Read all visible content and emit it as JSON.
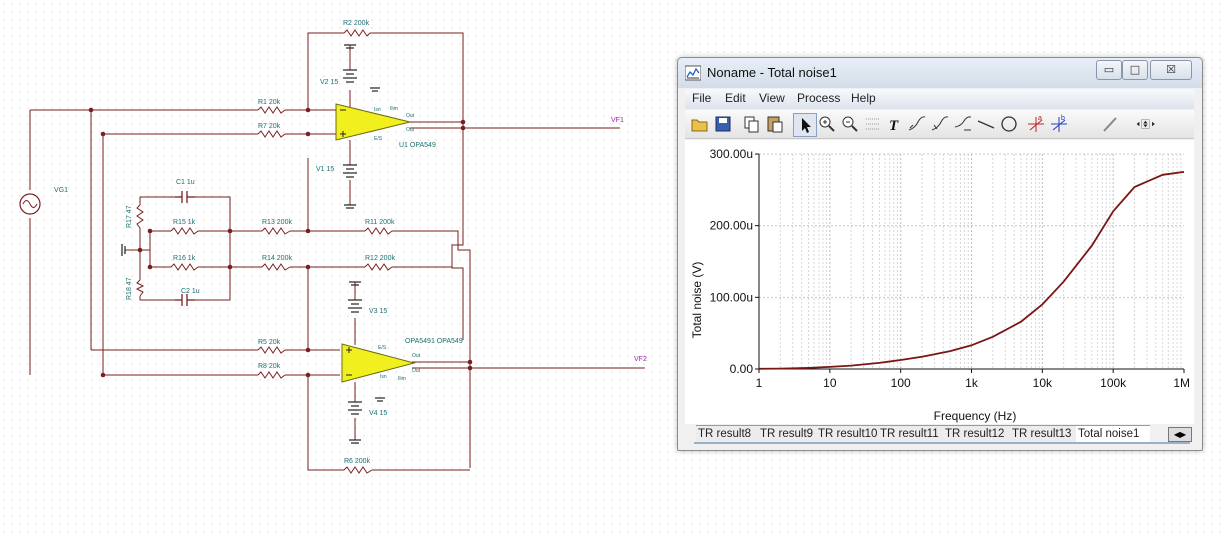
{
  "schematic": {
    "components": {
      "r2": "R2 200k",
      "r1": "R1 20k",
      "r7": "R7 20k",
      "v2": "V2 15",
      "v1": "V1 15",
      "u1": "U1 OPA549",
      "vf1": "VF1",
      "vg1": "VG1",
      "c1": "C1 1u",
      "r17": "R17 47",
      "r15": "R15 1k",
      "r13": "R13 200k",
      "r11": "R11 200k",
      "r16": "R16 1k",
      "r14": "R14 200k",
      "r12": "R12 200k",
      "r18": "R18 47",
      "c2": "C2 1u",
      "v3": "V3 15",
      "u2": "OPA5491 OPA549",
      "vf2": "VF2",
      "r5": "R5 20k",
      "r8": "R8 20k",
      "v4": "V4 15",
      "r6": "R6 200k"
    },
    "pin_labels": {
      "u1_ilim": "Ilim",
      "u1_out": "Out",
      "u1_out2": "Out",
      "u1_es": "E/S",
      "u1_isn": "Isn",
      "u2_es": "E/S",
      "u2_out": "Out",
      "u2_out2": "Out",
      "u2_ilim": "Ilim",
      "u2_isn": "Isn"
    }
  },
  "window": {
    "title": "Noname - Total noise1",
    "controls": {
      "minimize": "▭",
      "maximize": "□",
      "close": "☒"
    }
  },
  "menu": [
    "File",
    "Edit",
    "View",
    "Process",
    "Help"
  ],
  "toolbar_icons": [
    "open-icon",
    "save-icon",
    "copy-icon",
    "paste-icon",
    "pointer-icon",
    "zoom-in-icon",
    "zoom-out-icon",
    "grid-icon",
    "text-icon",
    "curve-icon",
    "curve2-icon",
    "curve3-icon",
    "line-icon",
    "circle-icon",
    "cursor-a-icon",
    "cursor-b-icon",
    "pen-icon",
    "scroll-arrows-icon"
  ],
  "tabs": [
    "TR result8",
    "TR result9",
    "TR result10",
    "TR result11",
    "TR result12",
    "TR result13",
    "Total noise1"
  ],
  "active_tab": "Total noise1",
  "chart_data": {
    "type": "line",
    "xlabel": "Frequency (Hz)",
    "ylabel": "Total noise (V)",
    "xscale": "log",
    "xlim": [
      1,
      1000000
    ],
    "ylim": [
      0,
      300
    ],
    "y_unit": "u",
    "xticks": [
      "1",
      "10",
      "100",
      "1k",
      "10k",
      "100k",
      "1M"
    ],
    "yticks": [
      "0.00",
      "100.00u",
      "200.00u",
      "300.00u"
    ],
    "grid": true,
    "series": [
      {
        "color": "#7a1515",
        "x": [
          1,
          2,
          5,
          10,
          20,
          50,
          100,
          200,
          500,
          1000,
          2000,
          5000,
          10000,
          20000,
          50000,
          100000,
          200000,
          500000,
          1000000
        ],
        "y": [
          0.3,
          0.6,
          1.5,
          2.9,
          4.8,
          8.5,
          12.5,
          17,
          25,
          33,
          45,
          66,
          90,
          122,
          172,
          220,
          254,
          271,
          275
        ]
      }
    ]
  }
}
